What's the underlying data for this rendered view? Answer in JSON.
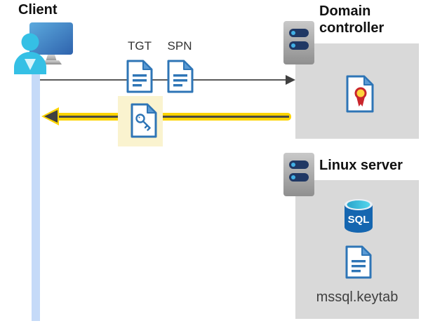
{
  "diagram": {
    "client": {
      "label": "Client"
    },
    "domain_controller": {
      "label": "Domain controller"
    },
    "linux_server": {
      "label": "Linux server",
      "keytab_label": "mssql.keytab"
    },
    "tickets": {
      "tgt_label": "TGT",
      "spn_label": "SPN"
    },
    "sql_icon_text": "SQL",
    "colors": {
      "doc_blue": "#2e75b6",
      "fold_blue": "#5b9bd5",
      "container_gray": "#d9d9d9",
      "highlight_yellow": "#fdd400",
      "highlight_box_yellow": "#faf3cf",
      "lifeline_blue": "#c5daf8",
      "arrow_gray": "#595959",
      "arrowhead_dark": "#404040",
      "cert_red": "#c9252b",
      "cert_gold": "#ffd43c",
      "sql_body_blue": "#1566b0",
      "sql_top_teal": "#3fc4e0",
      "person_cyan": "#35c0e5",
      "server_pill_navy": "#203864"
    }
  }
}
